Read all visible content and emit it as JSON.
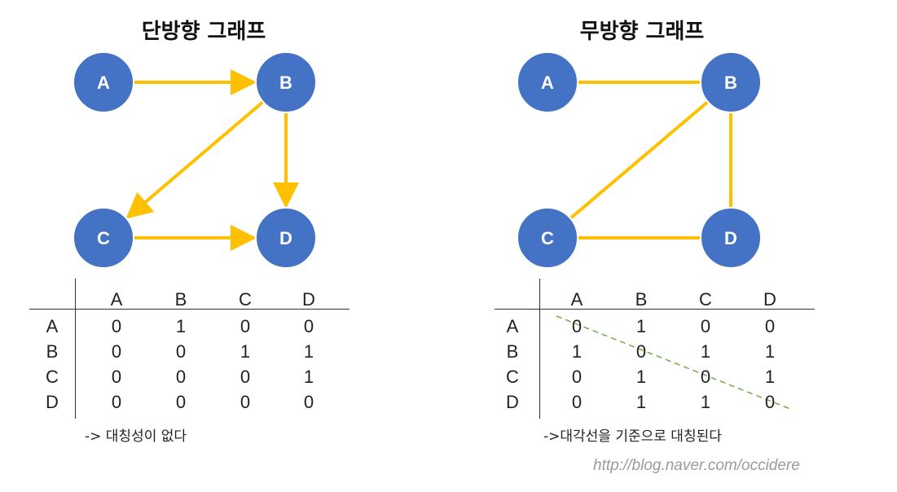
{
  "directed": {
    "title": "단방향 그래프",
    "nodes": [
      "A",
      "B",
      "C",
      "D"
    ],
    "edges": [
      {
        "from": "A",
        "to": "B"
      },
      {
        "from": "B",
        "to": "C"
      },
      {
        "from": "B",
        "to": "D"
      },
      {
        "from": "C",
        "to": "D"
      }
    ],
    "matrix": {
      "columns": [
        "A",
        "B",
        "C",
        "D"
      ],
      "rows": [
        {
          "label": "A",
          "values": [
            "0",
            "1",
            "0",
            "0"
          ]
        },
        {
          "label": "B",
          "values": [
            "0",
            "0",
            "1",
            "1"
          ]
        },
        {
          "label": "C",
          "values": [
            "0",
            "0",
            "0",
            "1"
          ]
        },
        {
          "label": "D",
          "values": [
            "0",
            "0",
            "0",
            "0"
          ]
        }
      ]
    },
    "note": "-> 대칭성이 없다"
  },
  "undirected": {
    "title": "무방향 그래프",
    "nodes": [
      "A",
      "B",
      "C",
      "D"
    ],
    "edges": [
      {
        "from": "A",
        "to": "B"
      },
      {
        "from": "B",
        "to": "C"
      },
      {
        "from": "B",
        "to": "D"
      },
      {
        "from": "C",
        "to": "D"
      }
    ],
    "matrix": {
      "columns": [
        "A",
        "B",
        "C",
        "D"
      ],
      "rows": [
        {
          "label": "A",
          "values": [
            "0",
            "1",
            "0",
            "0"
          ]
        },
        {
          "label": "B",
          "values": [
            "1",
            "0",
            "1",
            "1"
          ]
        },
        {
          "label": "C",
          "values": [
            "0",
            "1",
            "0",
            "1"
          ]
        },
        {
          "label": "D",
          "values": [
            "0",
            "1",
            "1",
            "0"
          ]
        }
      ]
    },
    "note": "->대각선을 기준으로 대칭된다"
  },
  "watermark": "http://blog.naver.com/occidere",
  "colors": {
    "node_fill": "#4472c4",
    "node_stroke": "#ffffff",
    "edge": "#ffc000",
    "diagonal": "#70ad47"
  }
}
